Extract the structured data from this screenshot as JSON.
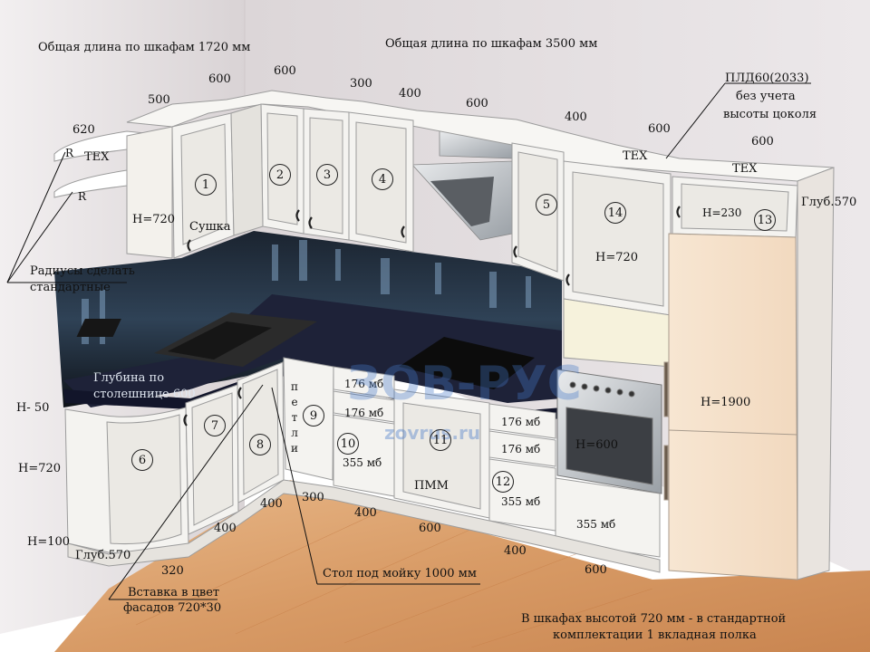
{
  "header": {
    "left_total": "Общая длина по шкафам 1720 мм",
    "right_total": "Общая длина по  шкафам  3500 мм"
  },
  "notes": {
    "pld": "ПЛД60(2033)",
    "pld_line2": "без учета",
    "pld_line3": "высоты цоколя",
    "radii_line1": "Радиусы сделать",
    "radii_line2": "стандартные",
    "tabletop_depth_line1": "Глубина по",
    "tabletop_depth_line2": "столешнице 600",
    "sink_table": "Стол под мойку 1000 мм",
    "insert_line1": "Вставка в цвет",
    "insert_line2": "фасадов 720*30",
    "shelf_note_line1": "В шкафах  высотой 720 мм - в стандартной",
    "shelf_note_line2": "комплектации 1 вкладная полка",
    "watermark_brand": "ЗОВ-РУС",
    "watermark_url": "zovrus.ru"
  },
  "top_dims": {
    "d620": "620",
    "d500": "500",
    "d600a": "600",
    "d600b": "600",
    "d300": "300",
    "d400a": "400",
    "d600c": "600",
    "d400b": "400",
    "d600d": "600",
    "d600e": "600"
  },
  "bottom_dims": {
    "d320": "320",
    "d400a": "400",
    "d400b": "400",
    "d300": "300",
    "d400c": "400",
    "d600a": "600",
    "d400d": "400",
    "d600b": "600"
  },
  "heights": {
    "h50": "Н- 50",
    "h720_left": "Н=720",
    "h100": "Н=100",
    "glub570_left": "Глуб.570",
    "h720_upper": "Н=720",
    "h720_tall": "Н=720",
    "h230": "Н=230",
    "glub570_right": "Глуб.570",
    "h1900": "Н=1900",
    "h600": "Н=600"
  },
  "labels": {
    "tex_shelf": "ТЕХ",
    "r1": "R",
    "r2": "R",
    "sushka": "Сушка",
    "tex1": "ТЕХ",
    "tex2": "ТЕХ",
    "petli": "петли",
    "pmm": "ПММ",
    "mb176_1": "176  мб",
    "mb176_2": "176  мб",
    "mb355_1": "355  мб",
    "mb176_3": "176  мб",
    "mb176_4": "176  мб",
    "mb355_2": "355  мб",
    "mb355_3": "355  мб"
  },
  "cabinet_numbers": [
    "1",
    "2",
    "3",
    "4",
    "5",
    "6",
    "7",
    "8",
    "9",
    "10",
    "11",
    "12",
    "13",
    "14"
  ]
}
